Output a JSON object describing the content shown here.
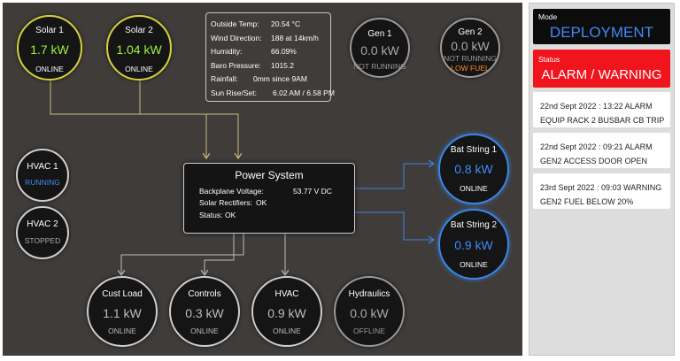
{
  "nodes": {
    "solar1": {
      "title": "Solar 1",
      "value": "1.7 kW",
      "status": "ONLINE"
    },
    "solar2": {
      "title": "Solar 2",
      "value": "1.04 kW",
      "status": "ONLINE"
    },
    "gen1": {
      "title": "Gen 1",
      "value": "0.0 kW",
      "status": "NOT RUNNING"
    },
    "gen2": {
      "title": "Gen 2",
      "value": "0.0 kW",
      "status": "NOT RUNNING",
      "alert": "LOW FUEL"
    },
    "hvac1": {
      "title": "HVAC 1",
      "status": "RUNNING"
    },
    "hvac2": {
      "title": "HVAC 2",
      "status": "STOPPED"
    },
    "bat1": {
      "title": "Bat String 1",
      "value": "0.8 kW",
      "status": "ONLINE"
    },
    "bat2": {
      "title": "Bat String 2",
      "value": "0.9 kW",
      "status": "ONLINE"
    },
    "cust_load": {
      "title": "Cust Load",
      "value": "1.1 kW",
      "status": "ONLINE"
    },
    "controls": {
      "title": "Controls",
      "value": "0.3 kW",
      "status": "ONLINE"
    },
    "hvac_load": {
      "title": "HVAC",
      "value": "0.9 kW",
      "status": "ONLINE"
    },
    "hydraulics": {
      "title": "Hydraulics",
      "value": "0.0 kW",
      "status": "OFFLINE"
    }
  },
  "weather": {
    "outside_temp": {
      "label": "Outside Temp:",
      "value": "20.54 °C"
    },
    "wind": {
      "label": "Wind Direction:",
      "value": "188 at 14km/h"
    },
    "humidity": {
      "label": "Humidity:",
      "value": "66.09%"
    },
    "baro": {
      "label": "Baro Pressure:",
      "value": "1015.2"
    },
    "rainfall": {
      "label": "Rainfall:",
      "value": "0mm since 9AM"
    },
    "sun": {
      "label": "Sun Rise/Set:",
      "value": "6.02 AM / 6.58 PM"
    }
  },
  "power_system": {
    "title": "Power System",
    "backplane": {
      "label": "Backplane Voltage:",
      "value": "53.77 V DC"
    },
    "rectifiers": {
      "label": "Solar Rectifiers:",
      "value": "OK"
    },
    "status": {
      "label": "Status:",
      "value": "OK"
    }
  },
  "sidebar": {
    "mode": {
      "label": "Mode",
      "value": "DEPLOYMENT"
    },
    "status": {
      "label": "Status",
      "value": "ALARM / WARNING"
    },
    "alarms": [
      {
        "line1": "22nd Sept 2022 : 13:22 ALARM",
        "line2": "EQUIP RACK 2 BUSBAR CB TRIP"
      },
      {
        "line1": "22nd Sept 2022 : 09:21 ALARM",
        "line2": "GEN2 ACCESS DOOR OPEN"
      },
      {
        "line1": "23rd Sept 2022 : 09:03 WARNING",
        "line2": "GEN2 FUEL BELOW 20%"
      }
    ]
  },
  "colors": {
    "panel_bg": "#3f3c3a",
    "solar_ring": "#d6d23a",
    "solar_value": "#9ff03c",
    "battery_blue": "#3a86e6",
    "alarm_red": "#f0141c",
    "warning_orange": "#ff8a1c"
  }
}
